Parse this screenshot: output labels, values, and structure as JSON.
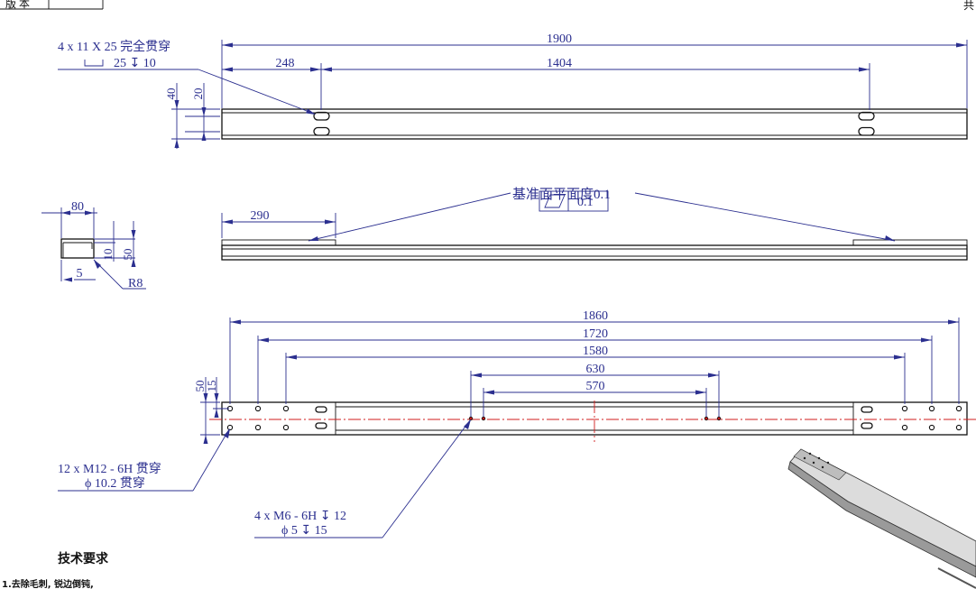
{
  "title_block": {
    "version_label": "版 本",
    "sheet_label": "共"
  },
  "colors": {
    "dimension": "#2b2f8f",
    "object": "#111111",
    "centerline": "#d21c1c"
  },
  "top_view": {
    "overall_length": "1900",
    "left_offset": "248",
    "slot_spacing": "1404",
    "height_dim": "40",
    "slot_height_dim": "20",
    "slot_callout_line1": "4 x 11 X 25 完全贯穿",
    "slot_callout_line2": "25 ↧ 10"
  },
  "side_view": {
    "flat_length": "290",
    "flatness_note": "基准面平面度0.1",
    "flatness_tolerance": "0.1"
  },
  "section_view": {
    "width": "80",
    "inner_height": "10",
    "height": "50",
    "wall": "5",
    "radius": "R8"
  },
  "bottom_view": {
    "dim_1860": "1860",
    "dim_1720": "1720",
    "dim_1580": "1580",
    "dim_630": "630",
    "dim_570": "570",
    "height_50": "50",
    "height_15": "15",
    "callout_m12_line1": "12 x  M12 - 6H 贯穿",
    "callout_m12_line2": "ϕ 10.2 贯穿",
    "callout_m6_line1": "4 x  M6 - 6H ↧ 12",
    "callout_m6_line2": "ϕ 5 ↧ 15"
  },
  "requirements": {
    "title": "技术要求",
    "items": [
      "1.去除毛刺, 锐边倒钝,"
    ]
  }
}
